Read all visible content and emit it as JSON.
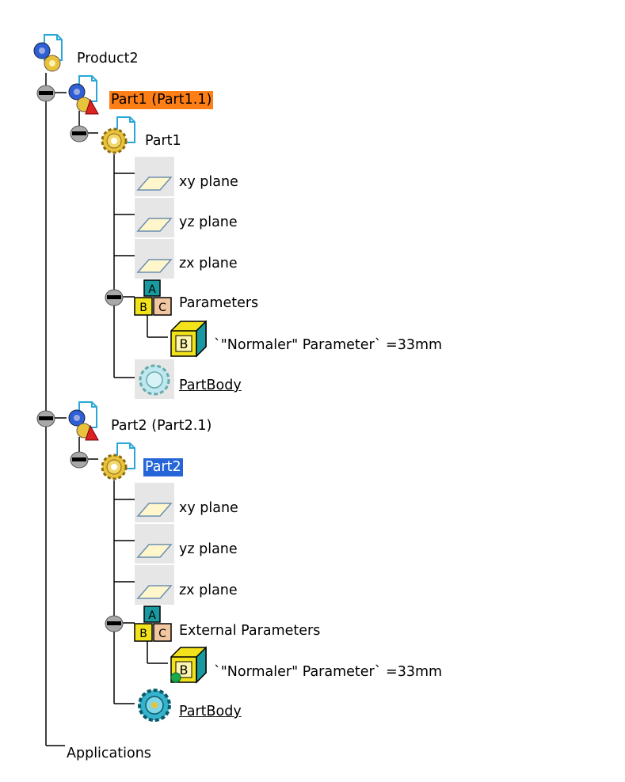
{
  "tree": {
    "root": {
      "label": "Product2",
      "icon": "product-icon"
    },
    "part1_instance": {
      "label": "Part1 (Part1.1)",
      "highlight": "#ff7f16",
      "icon": "part-instance-icon"
    },
    "part1": {
      "label": "Part1",
      "icon": "part-gear-icon",
      "planes": [
        "xy plane",
        "yz plane",
        "zx plane"
      ],
      "parameters": {
        "label": "Parameters",
        "icon": "abc-blocks-icon",
        "item": "`\"Normaler\" Parameter` =33mm",
        "item_icon": "parameter-block-icon"
      },
      "body": {
        "label": "PartBody",
        "icon": "partbody-icon"
      }
    },
    "part2_instance": {
      "label": "Part2 (Part2.1)",
      "icon": "part-instance-icon"
    },
    "part2": {
      "label": "Part2",
      "highlight": "#2565d8",
      "icon": "part-gear-icon",
      "planes": [
        "xy plane",
        "yz plane",
        "zx plane"
      ],
      "parameters": {
        "label": "External Parameters",
        "icon": "abc-blocks-icon",
        "item": "`\"Normaler\" Parameter` =33mm",
        "item_icon": "external-parameter-block-icon"
      },
      "body": {
        "label": "PartBody",
        "icon": "partbody-icon"
      }
    },
    "applications": {
      "label": "Applications"
    }
  }
}
